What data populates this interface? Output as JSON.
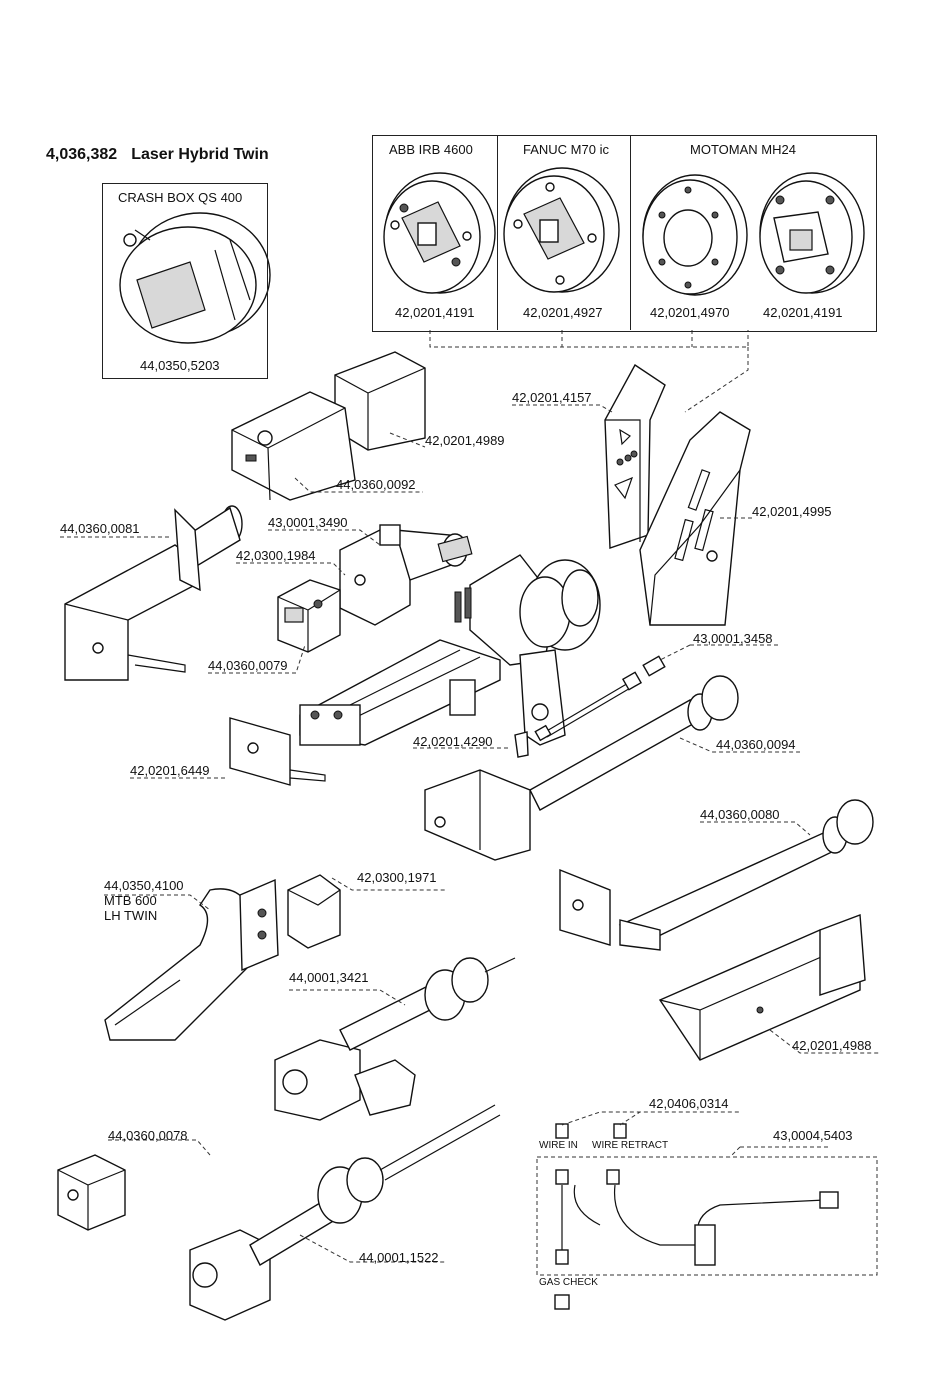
{
  "title": {
    "number": "4,036,382",
    "name": "Laser Hybrid Twin"
  },
  "crash_box": {
    "label": "CRASH BOX QS 400",
    "part": "44,0350,5203"
  },
  "adapter_table": {
    "headers": [
      "ABB IRB 4600",
      "FANUC M70 ic",
      "MOTOMAN MH24"
    ],
    "parts": [
      "42,0201,4191",
      "42,0201,4927",
      "42,0201,4970",
      "42,0201,4191"
    ]
  },
  "parts": {
    "p4157": "42,0201,4157",
    "p4989": "42,0201,4989",
    "p0092": "44,0360,0092",
    "p0081": "44,0360,0081",
    "p3490": "43,0001,3490",
    "p1984": "42,0300,1984",
    "p4995": "42,0201,4995",
    "p0079": "44,0360,0079",
    "p3458": "43,0001,3458",
    "p4290": "42,0201,4290",
    "p0094": "44,0360,0094",
    "p6449": "42,0201,6449",
    "p0080": "44,0360,0080",
    "p1971": "42,0300,1971",
    "p4100": "44,0350,4100",
    "p4100_sub1": "MTB 600",
    "p4100_sub2": "LH TWIN",
    "p3421": "44,0001,3421",
    "p4988": "42,0201,4988",
    "p0314": "42,0406,0314",
    "wire_in": "WIRE IN",
    "wire_retract": "WIRE RETRACT",
    "p5403": "43,0004,5403",
    "p0078": "44,0360,0078",
    "p1522": "44,0001,1522",
    "gas_check": "GAS CHECK"
  }
}
